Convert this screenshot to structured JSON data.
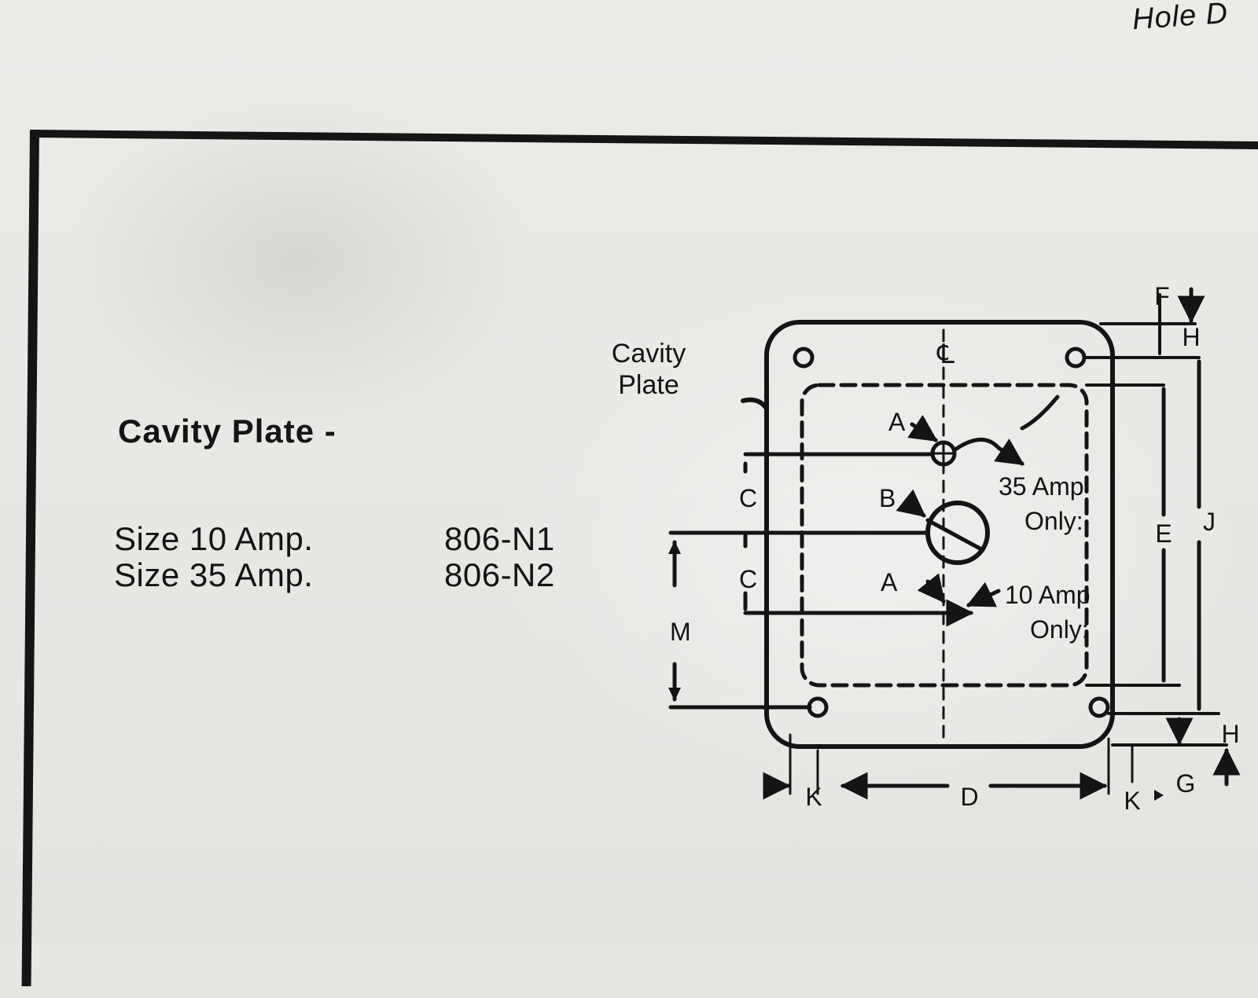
{
  "header": {
    "fragment": "Hole D"
  },
  "section": {
    "title": "Cavity Plate -",
    "sizes": [
      {
        "label": "Size  10  Amp.",
        "part": "806-N1"
      },
      {
        "label": "Size  35  Amp.",
        "part": "806-N2"
      }
    ]
  },
  "drawing": {
    "callout_line1": "Cavity",
    "callout_line2": "Plate",
    "centerline": "℄",
    "labels": {
      "a1": "A",
      "a2": "A",
      "b": "B",
      "c1": "C",
      "c2": "C",
      "d": "D",
      "e": "E",
      "f": "F",
      "g": "G",
      "h1": "H",
      "h2": "H",
      "j": "J",
      "k1": "K",
      "k2": "K",
      "m": "M"
    },
    "note_35_line1": "35  Amp",
    "note_35_line2": "Only:",
    "note_10_line1": "10  Amp",
    "note_10_line2": "Only:"
  },
  "colors": {
    "ink": "#141414",
    "paper": "#e6e6e3"
  }
}
